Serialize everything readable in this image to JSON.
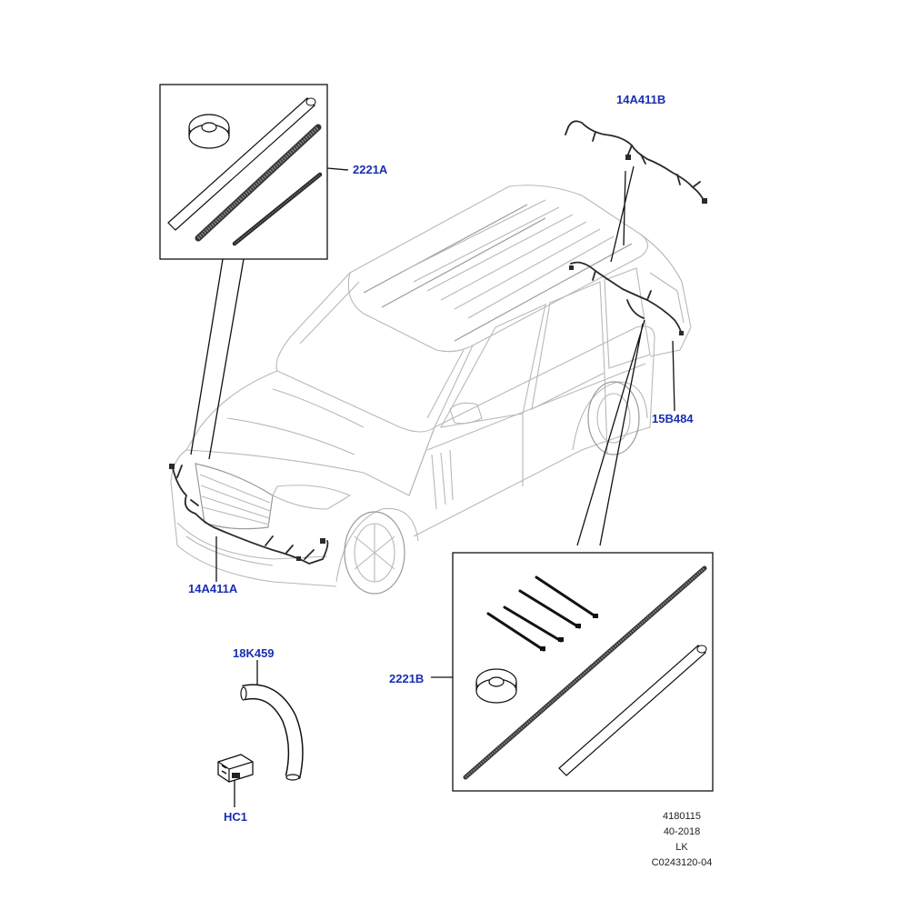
{
  "callouts": {
    "c_2221A": "2221A",
    "c_14A411B": "14A411B",
    "c_15B484": "15B484",
    "c_14A411A": "14A411A",
    "c_18K459": "18K459",
    "c_2221B": "2221B",
    "c_HC1": "HC1"
  },
  "footer": {
    "line1": "4180115",
    "line2": "40-2018",
    "line3": "LK",
    "line4": "C0243120-04"
  },
  "colors": {
    "callout_text": "#1a2fb0",
    "line_art": "#111111",
    "vehicle_outline": "#b8b8b8"
  }
}
